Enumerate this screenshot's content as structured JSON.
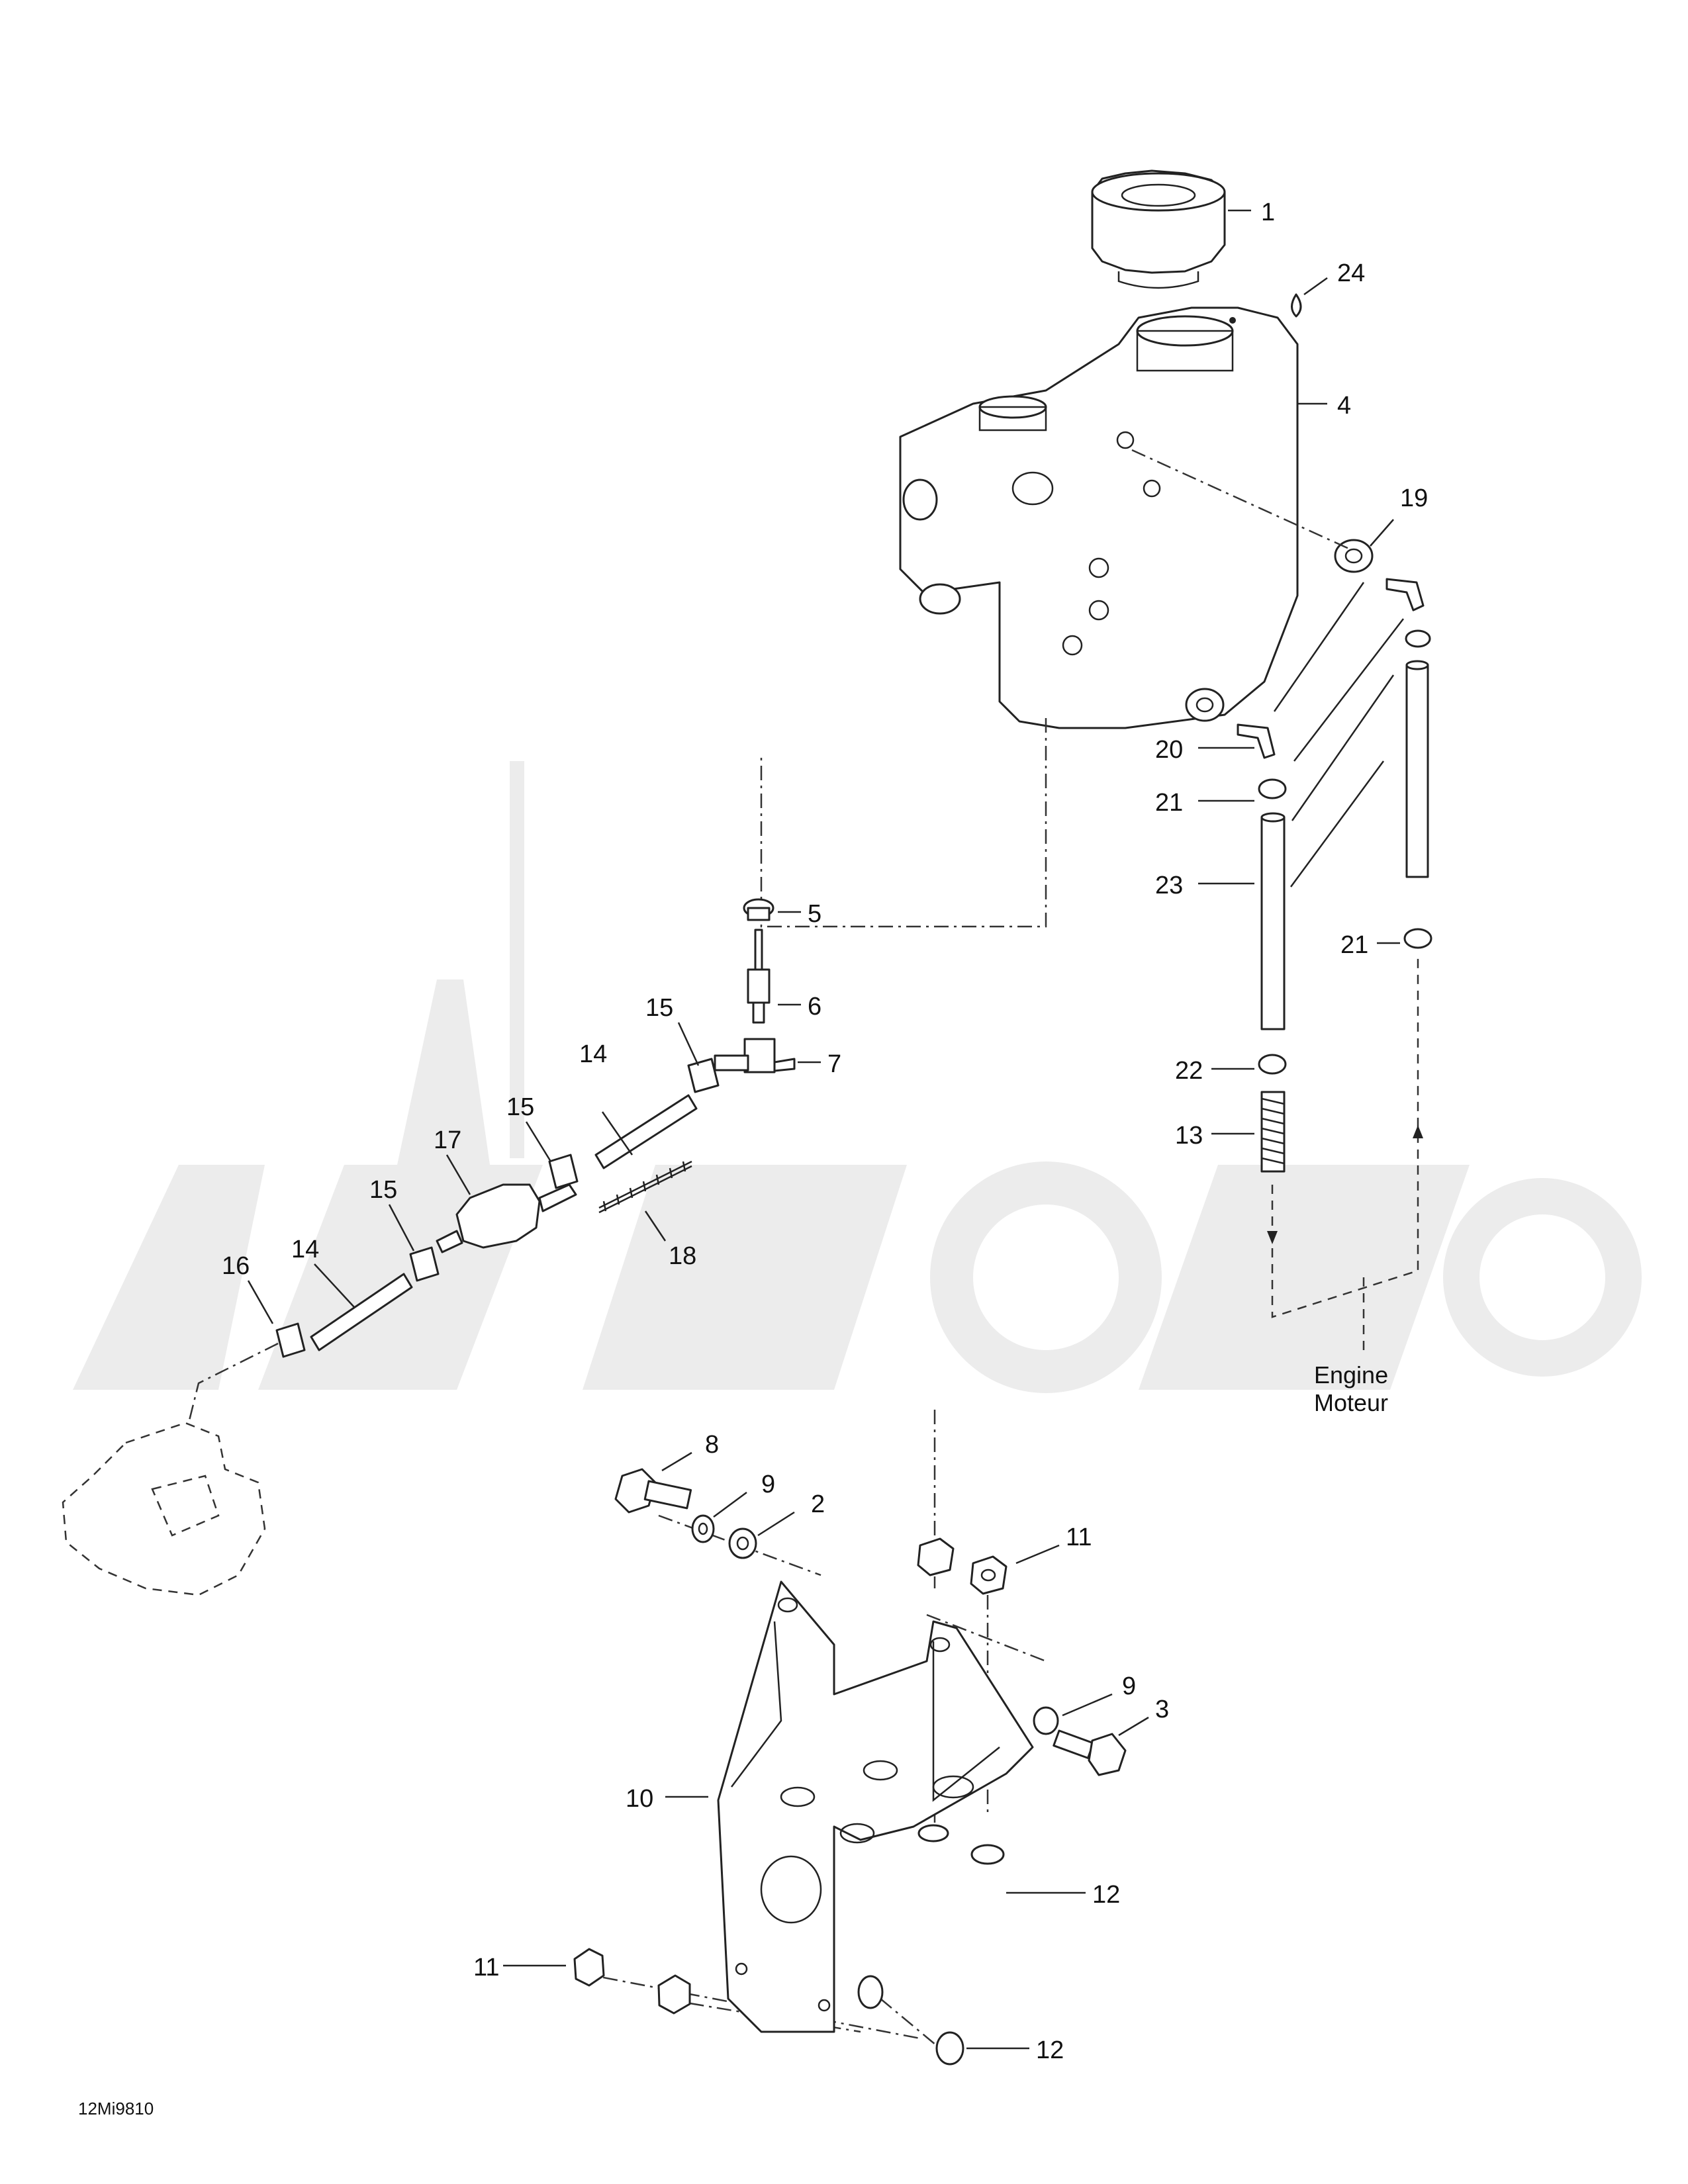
{
  "callouts": [
    {
      "id": "c1",
      "text": "1"
    },
    {
      "id": "c24",
      "text": "24"
    },
    {
      "id": "c4",
      "text": "4"
    },
    {
      "id": "c19",
      "text": "19"
    },
    {
      "id": "c20",
      "text": "20"
    },
    {
      "id": "c21a",
      "text": "21"
    },
    {
      "id": "c23",
      "text": "23"
    },
    {
      "id": "c21b",
      "text": "21"
    },
    {
      "id": "c22",
      "text": "22"
    },
    {
      "id": "c13",
      "text": "13"
    },
    {
      "id": "c5",
      "text": "5"
    },
    {
      "id": "c6",
      "text": "6"
    },
    {
      "id": "c7",
      "text": "7"
    },
    {
      "id": "c15a",
      "text": "15"
    },
    {
      "id": "c14a",
      "text": "14"
    },
    {
      "id": "c15b",
      "text": "15"
    },
    {
      "id": "c17",
      "text": "17"
    },
    {
      "id": "c15c",
      "text": "15"
    },
    {
      "id": "c14b",
      "text": "14"
    },
    {
      "id": "c16",
      "text": "16"
    },
    {
      "id": "c18",
      "text": "18"
    },
    {
      "id": "c8",
      "text": "8"
    },
    {
      "id": "c9a",
      "text": "9"
    },
    {
      "id": "c2",
      "text": "2"
    },
    {
      "id": "c11a",
      "text": "11"
    },
    {
      "id": "c9b",
      "text": "9"
    },
    {
      "id": "c3",
      "text": "3"
    },
    {
      "id": "c10",
      "text": "10"
    },
    {
      "id": "c12a",
      "text": "12"
    },
    {
      "id": "c11b",
      "text": "11"
    },
    {
      "id": "c12b",
      "text": "12"
    }
  ],
  "engine_label": {
    "line1": "Engine",
    "line2": "Moteur"
  },
  "diagram_code": "12Mi9810",
  "watermark": {
    "text": "АЁМото",
    "color": "#ececec"
  }
}
